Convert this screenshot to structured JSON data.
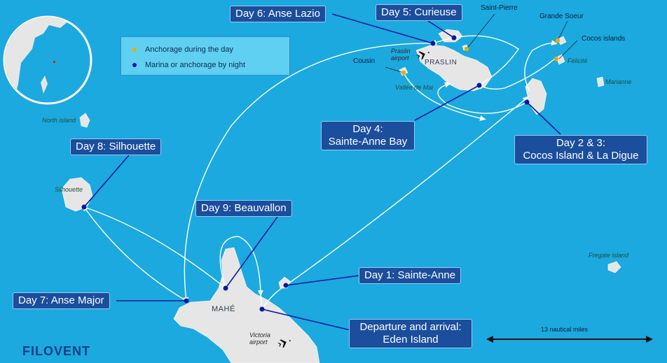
{
  "colors": {
    "sea": "#1ba9e0",
    "land": "#e6e6e6",
    "label_bg": "#1b4e9c",
    "day_dot": "#0a1a9e",
    "night_dot": "#0a1a9e",
    "anchor_dot": "#f0a800",
    "route": "#ffffff",
    "logo": "#0d3f86"
  },
  "legend": {
    "day": "Anchorage during the day",
    "night": "Marina or anchorage by night"
  },
  "stages": {
    "departure_line1": "Departure and arrival:",
    "departure_line2": "Eden Island",
    "day1": "Day 1: Sainte-Anne",
    "day23_line1": "Day 2 & 3:",
    "day23_line2": "Cocos Island & La Digue",
    "day4_line1": "Day 4:",
    "day4_line2": "Sainte-Anne Bay",
    "day5": "Day 5: Curieuse",
    "day6": "Day 6: Anse Lazio",
    "day7": "Day 7: Anse Major",
    "day8": "Day 8: Silhouette",
    "day9": "Day 9: Beauvallon"
  },
  "places": {
    "saint_pierre": "Saint-Pierre",
    "grande_soeur": "Grande Soeur",
    "cocos_islands": "Cocos islands",
    "felicite": "Félicité",
    "marianne": "Marianne",
    "cousin": "Cousin",
    "praslin_airport_1": "Praslin",
    "praslin_airport_2": "airport",
    "praslin": "PRASLIN",
    "vallee": "Vallée de Mai",
    "north_island": "North island",
    "silhouette": "Silhouette",
    "mahe": "MAHÉ",
    "victoria_airport_1": "Victoria",
    "victoria_airport_2": "airport",
    "fregate": "Fregate island"
  },
  "scale": {
    "label": "13 nautical miles"
  },
  "logo": {
    "text": "FILOVENT"
  },
  "icons": {
    "airport": "airplane-icon",
    "locator": "globe-locator-icon"
  }
}
